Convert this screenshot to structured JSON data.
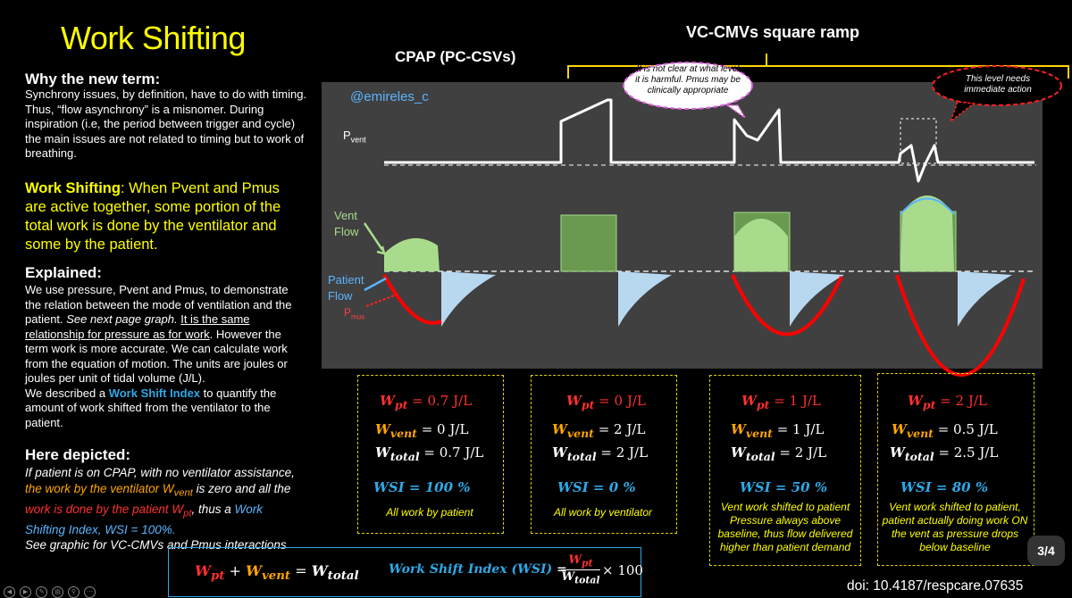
{
  "title": "Work Shifting",
  "left": {
    "why_heading": "Why the new term:",
    "why_text": "Synchrony issues, by definition, have to do with timing. Thus, “flow asynchrony” is a misnomer. During inspiration (i.e, the period between trigger and cycle) the main issues are not related to timing but to work of breathing.",
    "ws_term": "Work Shifting",
    "ws_def": ": When Pvent and Pmus are active together, some portion of the total work is done by the ventilator and some by the patient.",
    "explained_heading": "Explained:",
    "explained_1": "We use pressure, Pvent and Pmus, to demonstrate the relation between the mode of ventilation and the patient. ",
    "explained_see": "See next page graph.",
    "explained_underline": "It is the same relationship for pressure as for work",
    "explained_2": ". However the term work is more accurate.  We can calculate work from the equation of motion. The units are joules or joules per unit of tidal volume (J/L).",
    "explained_3": "We described a ",
    "explained_wsi": "Work Shift Index",
    "explained_4": " to quantify the amount of work shifted from the ventilator to the patient.",
    "depicted_heading": "Here depicted:",
    "depicted_1": "If patient is on CPAP, with no ventilator assistance, ",
    "depicted_2": "the work by the ventilator W",
    "depicted_2_sub": "vent",
    "depicted_3": " is zero and all the ",
    "depicted_4": "work is done by the patient W",
    "depicted_4_sub": "pt",
    "depicted_5": ", thus a ",
    "depicted_6": "Work Shifting Index, WSI = 100%.",
    "depicted_7": "See graphic for VC-CMVs and Pmus interactions"
  },
  "graph": {
    "cpap_label": "CPAP (PC-CSVs)",
    "vc_label": "VC-CMVs square ramp",
    "handle": "@emireles_c",
    "pvent_label": "P",
    "pvent_sub": "vent",
    "vent_flow_label": "Vent\nFlow",
    "patient_flow_label": "Patient\nFlow",
    "pmus_label": "P",
    "pmus_sub": "mus",
    "callout_1": "It is not clear at what level it is harmful. Pmus may be clinically appropriate",
    "callout_2": "This level needs immediate action"
  },
  "columns": [
    {
      "wpt": "0.7",
      "wvent": "0",
      "wtotal": "0.7",
      "wsi": "100",
      "note": "All work by patient"
    },
    {
      "wpt": "0",
      "wvent": "2",
      "wtotal": "2",
      "wsi": "0",
      "note": "All work by ventilator"
    },
    {
      "wpt": "1",
      "wvent": "1",
      "wtotal": "2",
      "wsi": "50",
      "note": "Vent work shifted to patient Pressure always above baseline, thus flow delivered higher than patient demand"
    },
    {
      "wpt": "2",
      "wvent": "0.5",
      "wtotal": "2.5",
      "wsi": "80",
      "note": "Vent work shifted to patient, patient actually doing work ON the vent as pressure drops below baseline"
    }
  ],
  "units": {
    "jl": "J/L",
    "pct": "%"
  },
  "formula": {
    "w": "W",
    "pt": "pt",
    "vent": "vent",
    "total": "total",
    "plus": "+",
    "equals": "=",
    "wsi_label": "Work Shift Index (WSI)",
    "times": "× 100",
    "wsi": "WSI"
  },
  "page_number": "3/4",
  "doi": "doi: 10.4187/respcare.07635",
  "colors": {
    "yellow": "#ffff00",
    "panel": "#404040",
    "vent_flow": "#a8dc8c",
    "patient_flow": "#b8d8f0",
    "pmus": "#ff0000",
    "wsi_blue": "#2fa8e6"
  }
}
